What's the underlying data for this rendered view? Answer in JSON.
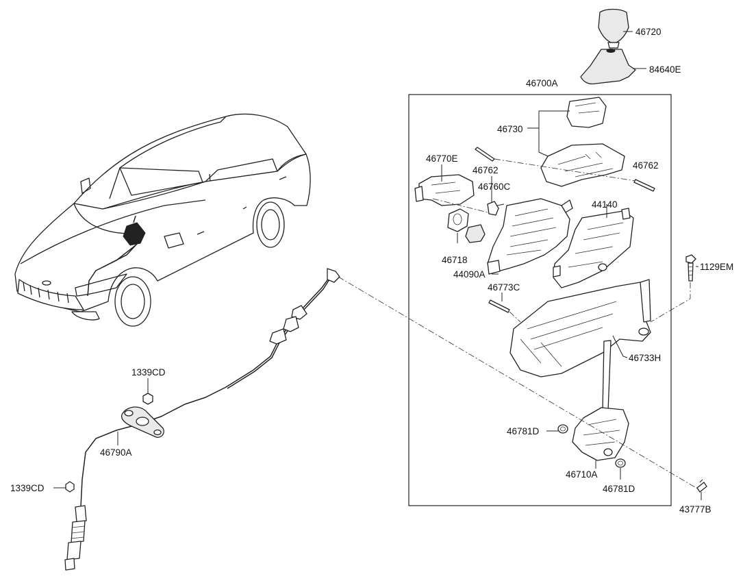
{
  "diagram": {
    "assembly_box_label": "46700A",
    "part_labels": {
      "p46720": "46720",
      "p84640E": "84640E",
      "p46700A": "46700A",
      "p46730": "46730",
      "p46770E": "46770E",
      "p46762_left": "46762",
      "p46762_right": "46762",
      "p46760C": "46760C",
      "p44140": "44140",
      "p46718": "46718",
      "p44090A": "44090A",
      "p46773C": "46773C",
      "p1129EM": "1129EM",
      "p46733H": "46733H",
      "p46781D_left": "46781D",
      "p46781D_right": "46781D",
      "p46710A": "46710A",
      "p43777B": "43777B",
      "p1339CD_top": "1339CD",
      "p1339CD_bottom": "1339CD",
      "p46790A": "46790A"
    }
  }
}
